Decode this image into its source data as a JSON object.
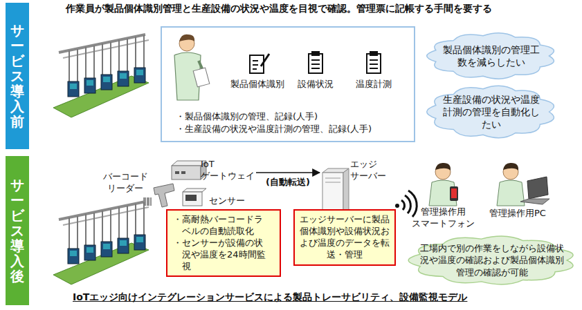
{
  "diagram": {
    "title": "作業員が製品個体識別管理と生産設備の状況や温度を目視で確認。管理票に記帳する手間を要する",
    "caption": "IoTエッジ向けインテグレーションサービスによる製品トレーサビリティ、設備監視モデル",
    "nodes": [
      {
        "text": [
          "サービス導入前"
        ]
      },
      {
        "text": [
          "サービス導入後"
        ]
      },
      {
        "text": [
          "・製品個体識別の管理、記録(人手)",
          "・生産設備の状況や温度計測の管理、記録(人手)"
        ]
      },
      {
        "text": [
          "製品個体識別の管理工数を減らしたい"
        ]
      },
      {
        "text": [
          "生産設備の状況や温度計測の管理を自動化したい"
        ]
      },
      {
        "text": [
          "IoT ゲートウェイ"
        ]
      },
      {
        "text": [
          "エッジ サーバー"
        ]
      },
      {
        "text": [
          "・高耐熱バーコードラベルの自動読取化",
          "・センサーが設備の状況や温度を24時間監視"
        ]
      },
      {
        "text": [
          "エッジサーバーに製品個体識別や設備状況および温度のデータを転送・管理"
        ]
      },
      {
        "text": [
          "工場内で別の作業をしながら設備状況や温度の確認および製品個体識別管理の確認が可能"
        ]
      }
    ],
    "edges": [
      {
        "from": 5,
        "to": 6,
        "arrow": "to",
        "label": "(自動転送)"
      }
    ],
    "labels": [
      "製品個体識別",
      "設備状況",
      "温度計測",
      "バーコード リーダー",
      "センサー",
      "管理操作用 スマートフォン",
      "管理操作用PC"
    ]
  }
}
